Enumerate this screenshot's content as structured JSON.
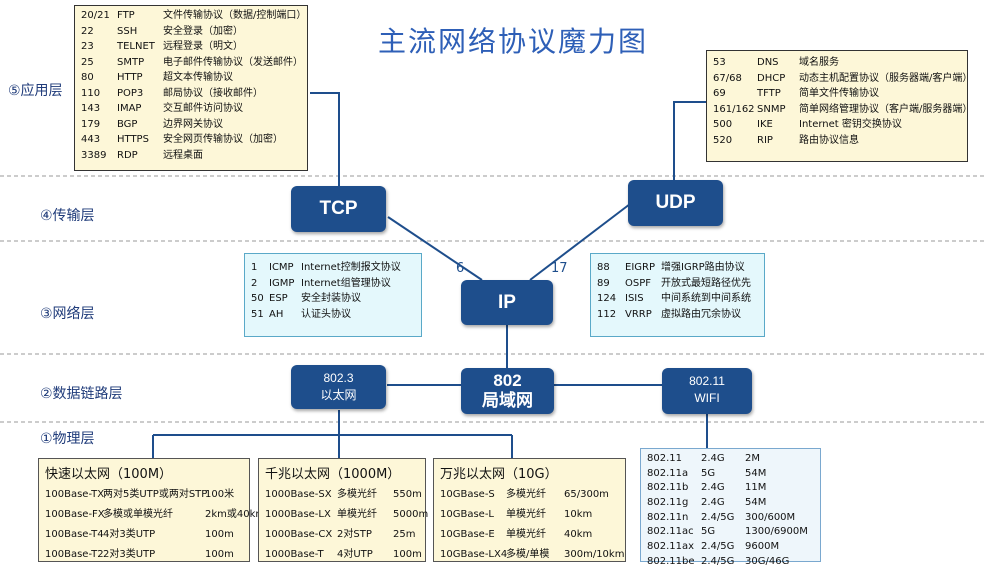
{
  "title": "主流网络协议魔力图",
  "layers": {
    "application": "⑤应用层",
    "transport": "④传输层",
    "network": "③网络层",
    "datalink": "②数据链路层",
    "physical": "①物理层"
  },
  "nodes": {
    "tcp": "TCP",
    "udp": "UDP",
    "ip": "IP",
    "lan_top": "802",
    "lan_bottom": "局域网",
    "ethernet_top": "802.3",
    "ethernet_bottom": "以太网",
    "wifi_top": "802.11",
    "wifi_bottom": "WIFI"
  },
  "proto_numbers": {
    "tcp": "6",
    "udp": "17"
  },
  "tcp_ports": [
    [
      "20/21",
      "FTP",
      "文件传输协议（数据/控制端口）"
    ],
    [
      "22",
      "SSH",
      "安全登录（加密）"
    ],
    [
      "23",
      "TELNET",
      "远程登录（明文）"
    ],
    [
      "25",
      "SMTP",
      "电子邮件传输协议（发送邮件）"
    ],
    [
      "80",
      "HTTP",
      "超文本传输协议"
    ],
    [
      "110",
      "POP3",
      "邮局协议（接收邮件）"
    ],
    [
      "143",
      "IMAP",
      "交互邮件访问协议"
    ],
    [
      "179",
      "BGP",
      "边界网关协议"
    ],
    [
      "443",
      "HTTPS",
      "安全网页传输协议（加密）"
    ],
    [
      "3389",
      "RDP",
      "远程桌面"
    ]
  ],
  "udp_ports": [
    [
      "53",
      "DNS",
      "域名服务"
    ],
    [
      "67/68",
      "DHCP",
      "动态主机配置协议（服务器端/客户端）"
    ],
    [
      "69",
      "TFTP",
      "简单文件传输协议"
    ],
    [
      "161/162",
      "SNMP",
      "简单网络管理协议（客户端/服务器端）"
    ],
    [
      "500",
      "IKE",
      "Internet 密钥交换协议"
    ],
    [
      "520",
      "RIP",
      "路由协议信息"
    ]
  ],
  "ip_protocols_left": [
    [
      "1",
      "ICMP",
      "Internet控制报文协议"
    ],
    [
      "2",
      "IGMP",
      "Internet组管理协议"
    ],
    [
      "50",
      "ESP",
      "安全封装协议"
    ],
    [
      "51",
      "AH",
      "认证头协议"
    ]
  ],
  "ip_protocols_right": [
    [
      "88",
      "EIGRP",
      "增强IGRP路由协议"
    ],
    [
      "89",
      "OSPF",
      "开放式最短路径优先"
    ],
    [
      "124",
      "ISIS",
      "中间系统到中间系统"
    ],
    [
      "112",
      "VRRP",
      "虚拟路由冗余协议"
    ]
  ],
  "fast_ethernet": {
    "header": "快速以太网（100M）",
    "rows": [
      [
        "100Base-TX",
        "两对5类UTP或两对STP",
        "100米"
      ],
      [
        "100Base-FX",
        "多模或单模光纤",
        "2km或40km"
      ],
      [
        "100Base-T4",
        "4对3类UTP",
        "100m"
      ],
      [
        "100Base-T2",
        "2对3类UTP",
        "100m"
      ]
    ]
  },
  "gigabit_ethernet": {
    "header": "千兆以太网（1000M）",
    "rows": [
      [
        "1000Base-SX",
        "多模光纤",
        "550m"
      ],
      [
        "1000Base-LX",
        "单模光纤",
        "5000m"
      ],
      [
        "1000Base-CX",
        "2对STP",
        "25m"
      ],
      [
        "1000Base-T",
        "4对UTP",
        "100m"
      ]
    ]
  },
  "ten_gigabit_ethernet": {
    "header": "万兆以太网（10G）",
    "rows": [
      [
        "10GBase-S",
        "多模光纤",
        "65/300m"
      ],
      [
        "10GBase-L",
        "单模光纤",
        "10km"
      ],
      [
        "10GBase-E",
        "单模光纤",
        "40km"
      ],
      [
        "10GBase-LX4",
        "多模/单模",
        "300m/10km"
      ]
    ]
  },
  "wifi_standards": [
    [
      "802.11",
      "2.4G",
      "2M"
    ],
    [
      "802.11a",
      "5G",
      "54M"
    ],
    [
      "802.11b",
      "2.4G",
      "11M"
    ],
    [
      "802.11g",
      "2.4G",
      "54M"
    ],
    [
      "802.11n",
      "2.4/5G",
      "300/600M"
    ],
    [
      "802.11ac",
      "5G",
      "1300/6900M"
    ],
    [
      "802.11ax",
      "2.4/5G",
      "9600M"
    ],
    [
      "802.11be",
      "2.4/5G",
      "30G/46G"
    ]
  ],
  "colors": {
    "node": "#1e4e8c",
    "title": "#2e5fb7",
    "yellow_box": "#fdf7d8",
    "cyan_box": "#e4f8fc"
  }
}
